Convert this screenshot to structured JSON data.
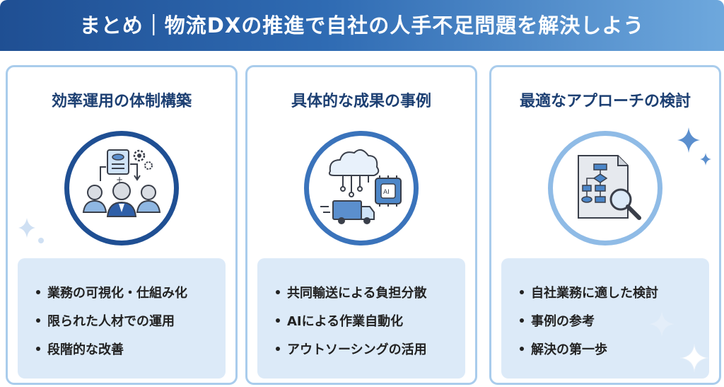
{
  "header": {
    "title": "まとめ｜物流DXの推進で自社の人手不足問題を解決しよう"
  },
  "cards": [
    {
      "title": "効率運用の体制構築",
      "icon": "team-workflow-icon",
      "items": [
        "業務の可視化・仕組み化",
        "限られた人材での運用",
        "段階的な改善"
      ]
    },
    {
      "title": "具体的な成果の事例",
      "icon": "cloud-ai-truck-icon",
      "items": [
        "共同輸送による負担分散",
        "AIによる作業自動化",
        "アウトソーシングの活用"
      ]
    },
    {
      "title": "最適なアプローチの検討",
      "icon": "flowchart-magnifier-icon",
      "items": [
        "自社業務に適した検討",
        "事例の参考",
        "解決の第一歩"
      ]
    }
  ],
  "colors": {
    "header_start": "#1f4f93",
    "header_end": "#6ea8dd",
    "card_border": "#a9ccec",
    "list_bg": "#dceaf8",
    "title_text": "#1c3f72"
  }
}
